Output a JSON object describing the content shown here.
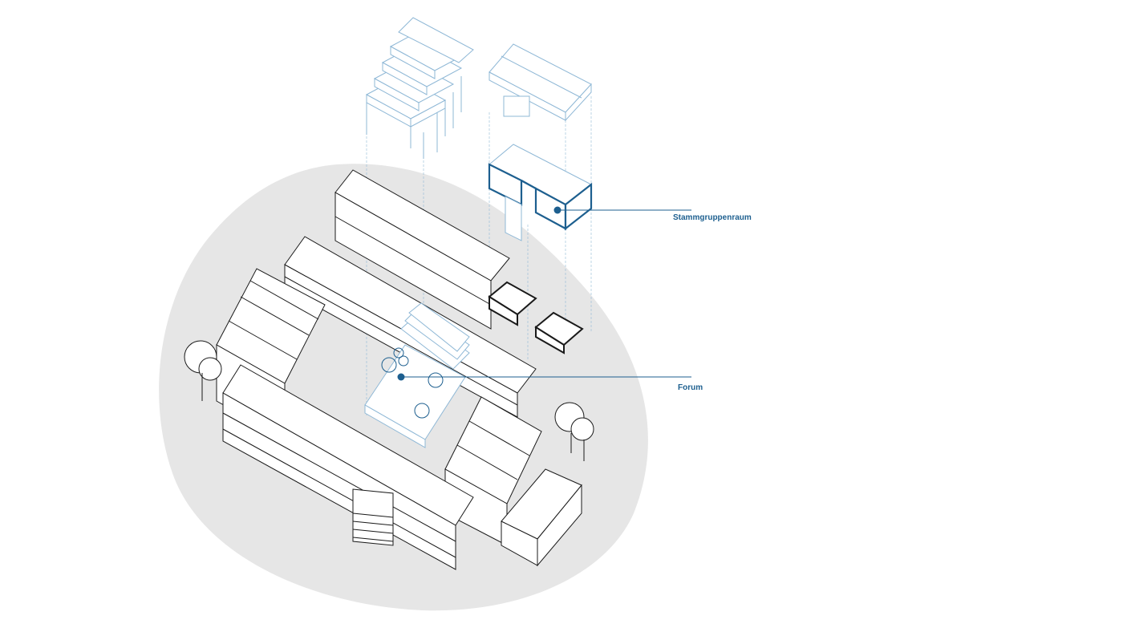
{
  "colors": {
    "background": "#ffffff",
    "site_blob": "#e6e6e6",
    "building_line": "#1a1a1a",
    "building_fill": "#ffffff",
    "highlight_blue": "#1d5f8f",
    "light_blue": "#8fb8d6",
    "label_blue": "#1d5f8f"
  },
  "annotations": [
    {
      "id": "stamm",
      "text": "Stammgruppenraum"
    },
    {
      "id": "forum",
      "text": "Forum"
    }
  ]
}
